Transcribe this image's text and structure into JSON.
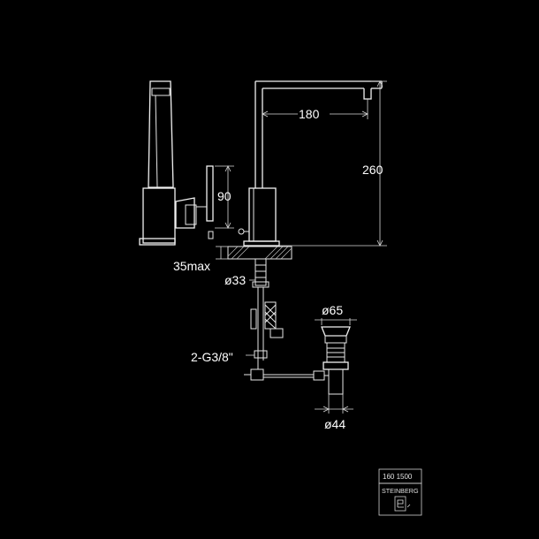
{
  "dimensions": {
    "spout_reach": "180",
    "total_height": "260",
    "lever_height": "90",
    "max_thickness": "35max",
    "hole_diameter": "ø33",
    "connection": "2-G3/8\"",
    "waste_top_diameter": "ø65",
    "waste_bottom_diameter": "ø44"
  },
  "title_block": {
    "article_number": "160 1500",
    "brand": "STEINBERG"
  },
  "colors": {
    "background": "#000000",
    "line": "#e6e6e6"
  }
}
